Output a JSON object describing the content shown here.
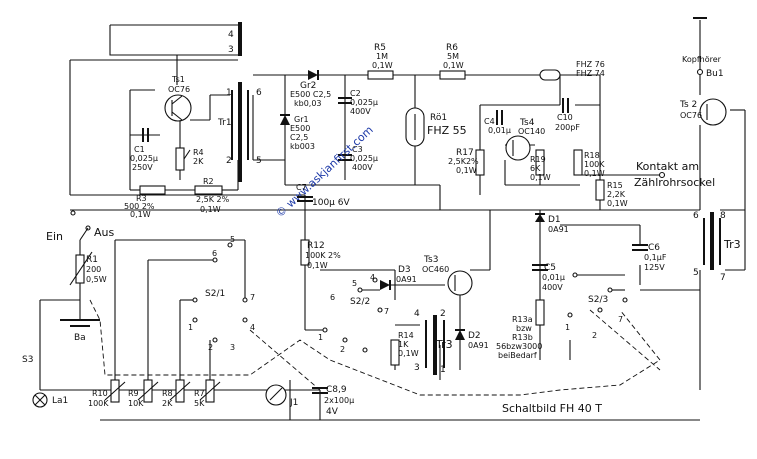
{
  "title": "Schaltbild   FH 40 T",
  "watermark": "© www.askjanfirst.com",
  "labels": {
    "ein": "Ein",
    "aus": "Aus",
    "kontakt1": "Kontakt am",
    "kontakt2": "Zählrohrsockel",
    "kopfhoerer": "Kopfhörer",
    "bu1": "Bu1",
    "ba": "Ba",
    "s3": "S3",
    "la1": "La1",
    "fhz76": "FHZ 76",
    "fhz74": "FHZ 74",
    "j1": "J1"
  },
  "components": {
    "ts1": [
      "Ts1",
      "OC76"
    ],
    "ts2": [
      "Ts 2",
      "OC76"
    ],
    "ts3": [
      "Ts3",
      "OC460"
    ],
    "ts4": [
      "Ts4",
      "OC140"
    ],
    "tr1": "Tr1",
    "tr3a": "Tr3",
    "tr3b": "Tr3",
    "c1": [
      "C1",
      "0,025μ",
      "250V"
    ],
    "r3": [
      "R3",
      "500 2%",
      "0,1W"
    ],
    "r4": [
      "R4",
      "2K"
    ],
    "r2": [
      "R2",
      "2,5K 2%",
      "0,1W"
    ],
    "gr2": [
      "Gr2",
      "E500 C2,5",
      "kb0,03"
    ],
    "gr1": [
      "Gr1",
      "E500",
      "C2,5",
      "kb003"
    ],
    "c2": [
      "C2",
      "0,025μ",
      "400V"
    ],
    "c3": [
      "C3",
      "0,025μ",
      "400V"
    ],
    "r5": [
      "R5",
      "1M",
      "0,1W"
    ],
    "r6": [
      "R6",
      "5M",
      "0,1W"
    ],
    "roe1": [
      "Rö1",
      "FHZ 55"
    ],
    "c4": [
      "C4",
      "0,01μ"
    ],
    "c10": [
      "C10",
      "200pF"
    ],
    "r17": [
      "R17",
      "2,5K2%",
      "0,1W"
    ],
    "r19": [
      "R19",
      "6K",
      "0,1W"
    ],
    "r18": [
      "R18",
      "100K",
      "0,1W"
    ],
    "r15": [
      "R15",
      "2,2K",
      "0,1W"
    ],
    "c7": [
      "C7",
      "100μ 6V"
    ],
    "r12": [
      "R12",
      "100K 2%",
      "0,1W"
    ],
    "d1": [
      "D1",
      "0A91"
    ],
    "c6": [
      "C6",
      "0,1μF",
      "125V"
    ],
    "c5": [
      "C5",
      "0,01μ",
      "400V"
    ],
    "d3": [
      "D3",
      "0A91"
    ],
    "d2": [
      "D2",
      "0A91"
    ],
    "r14": [
      "R14",
      "1K",
      "0,1W"
    ],
    "r13": [
      "R13a",
      "bzw",
      "R13b",
      "56bzw3000",
      "beiBedarf"
    ],
    "r1": [
      "R1",
      "200",
      "0,5W"
    ],
    "r10": [
      "R10",
      "100K"
    ],
    "r9": [
      "R9",
      "10K"
    ],
    "r8": [
      "R8",
      "2K"
    ],
    "r7": [
      "R7",
      "5K"
    ],
    "c89": [
      "C8,9",
      "2x100μ",
      "4V"
    ],
    "s21": "S2/1",
    "s22": "S2/2",
    "s23": "S2/3"
  },
  "pins": {
    "tr1_4": "4",
    "tr1_3": "3",
    "tr1_1": "1",
    "tr1_2": "2",
    "tr1_6": "6",
    "tr1_5": "5",
    "tr3a_1": "1",
    "tr3a_2": "2",
    "tr3a_3": "3",
    "tr3a_4": "4",
    "tr3b_6": "6",
    "tr3b_8": "8",
    "tr3b_5": "5",
    "tr3b_7": "7",
    "s21_7": "7",
    "s21_1": "1",
    "s21_2": "2",
    "s21_3": "3",
    "s21_4": "4",
    "s21_5": "5",
    "s21_6": "6",
    "s22_6": "6",
    "s22_7": "7",
    "s22_1": "1",
    "s22_2": "2",
    "s22_4": "4",
    "s22_5": "5",
    "s23_7": "7",
    "s23_1": "1",
    "s23_2": "2"
  }
}
